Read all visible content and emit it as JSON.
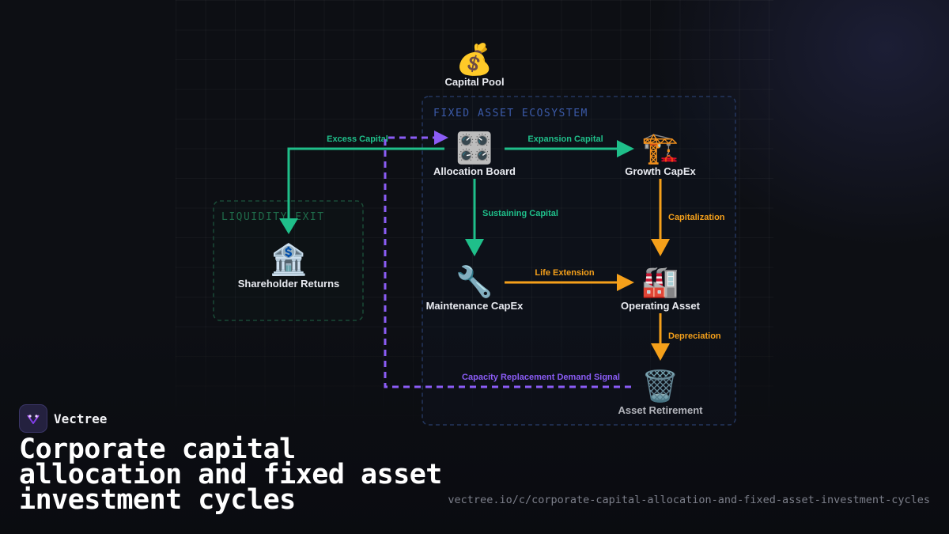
{
  "diagram": {
    "groups": {
      "fixed_asset": {
        "label": "FIXED ASSET ECOSYSTEM",
        "color": "#3b5aa8"
      },
      "liquidity": {
        "label": "LIQUIDITY EXIT",
        "color": "#1f6b4a"
      }
    },
    "nodes": {
      "capital_pool": {
        "label": "Capital Pool",
        "icon": "💰",
        "icon_name": "money-bag-icon"
      },
      "allocation_board": {
        "label": "Allocation Board",
        "icon": "🎛️",
        "icon_name": "control-knobs-icon"
      },
      "growth_capex": {
        "label": "Growth CapEx",
        "icon": "🏗️",
        "icon_name": "construction-crane-icon"
      },
      "shareholder_returns": {
        "label": "Shareholder Returns",
        "icon": "🏦",
        "icon_name": "bank-icon"
      },
      "maintenance_capex": {
        "label": "Maintenance CapEx",
        "icon": "🔧",
        "icon_name": "wrench-icon"
      },
      "operating_asset": {
        "label": "Operating Asset",
        "icon": "🏭",
        "icon_name": "factory-icon"
      },
      "asset_retirement": {
        "label": "Asset Retirement",
        "icon": "🗑️",
        "icon_name": "wastebasket-icon"
      }
    },
    "edges": {
      "excess_capital": {
        "label": "Excess Capital",
        "color": "#1fbf8a"
      },
      "expansion_capital": {
        "label": "Expansion Capital",
        "color": "#1fbf8a"
      },
      "sustaining_capital": {
        "label": "Sustaining Capital",
        "color": "#1fbf8a"
      },
      "capitalization": {
        "label": "Capitalization",
        "color": "#f5a01a"
      },
      "life_extension": {
        "label": "Life Extension",
        "color": "#f5a01a"
      },
      "depreciation": {
        "label": "Depreciation",
        "color": "#f5a01a"
      },
      "capacity_signal": {
        "label": "Capacity Replacement Demand Signal",
        "color": "#8b5cf6"
      }
    }
  },
  "brand": {
    "name": "Vectree",
    "icon": "vectree-logo-icon"
  },
  "title": "Corporate capital allocation and fixed asset investment cycles",
  "url": "vectree.io/c/corporate-capital-allocation-and-fixed-asset-investment-cycles"
}
